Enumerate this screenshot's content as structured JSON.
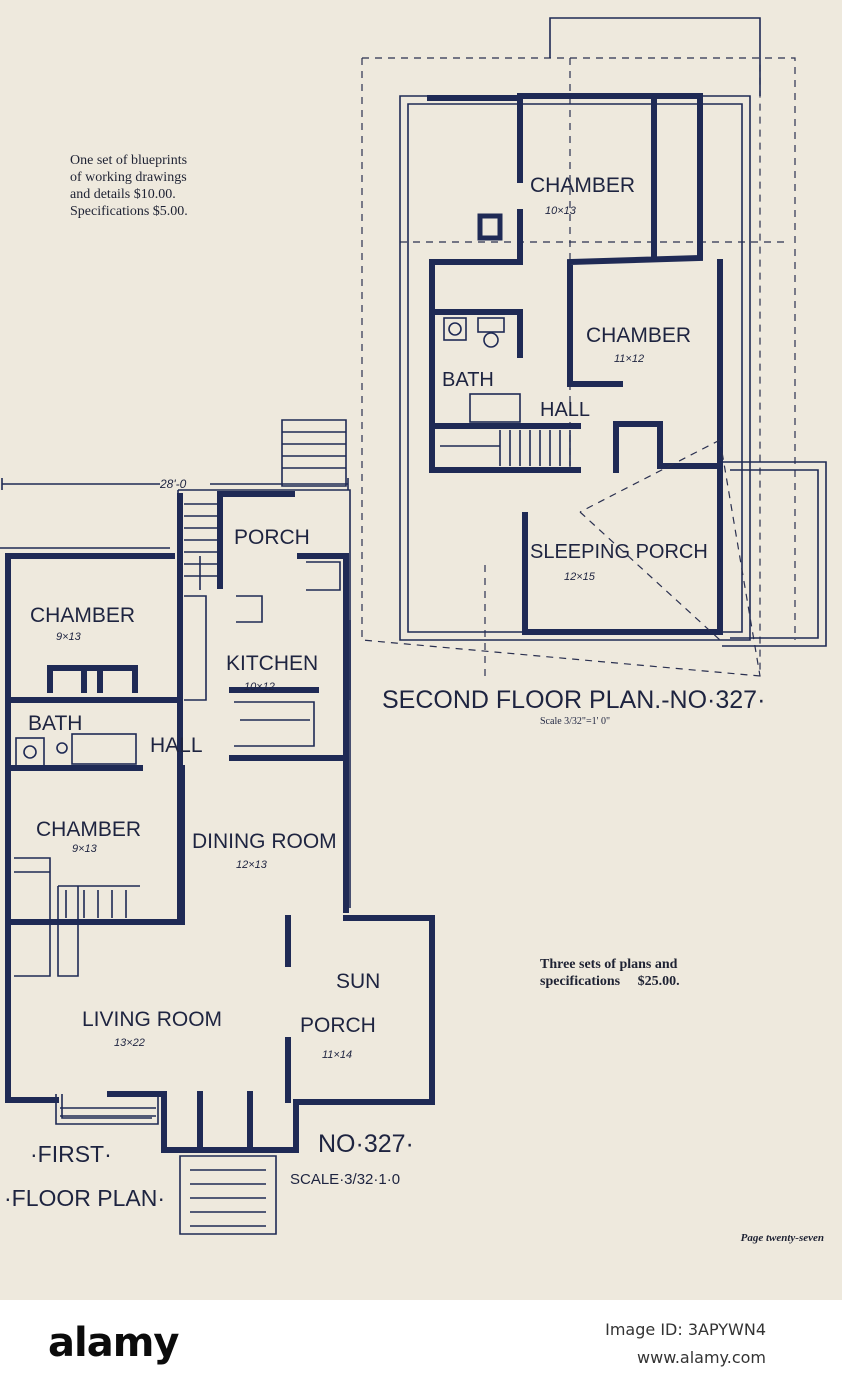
{
  "notes": {
    "blueprint_lines": [
      "One set of blueprints",
      "of working drawings",
      "and details $10.00.",
      "Specifications $5.00."
    ],
    "three_sets_lines": [
      "Three sets of plans and",
      "specifications     $25.00."
    ],
    "page_number": "Page twenty-seven"
  },
  "second_floor": {
    "rooms": {
      "chamber_a": "CHAMBER",
      "chamber_a_dim": "10×13",
      "chamber_b": "CHAMBER",
      "chamber_b_dim": "11×12",
      "bath": "BATH",
      "hall": "HALL",
      "sleeping_porch": "SLEEPING PORCH",
      "sleeping_porch_dim": "12×15"
    },
    "title": "SECOND FLOOR PLAN.-NO·327·",
    "scale": "Scale 3/32\"=1' 0\""
  },
  "first_floor": {
    "dimension": "28'-0",
    "rooms": {
      "porch": "PORCH",
      "chamber_top": "CHAMBER",
      "chamber_top_dim": "9×13",
      "kitchen": "KITCHEN",
      "kitchen_dim": "10×12",
      "bath": "BATH",
      "hall": "HALL",
      "chamber_bottom": "CHAMBER",
      "chamber_bottom_dim": "9×13",
      "dining_room": "DINING ROOM",
      "dining_room_dim": "12×13",
      "sun": "SUN",
      "sun_porch": "PORCH",
      "sun_porch_dim": "11×14",
      "living_room": "LIVING ROOM",
      "living_room_dim": "13×22"
    },
    "title_line1": "·FIRST·",
    "title_line2": "·FLOOR PLAN·",
    "number": "NO·327·",
    "scale": "SCALE·3/32·1·0"
  },
  "footer": {
    "logo": "alamy",
    "image_id": "Image ID: 3APYWN4",
    "url": "www.alamy.com"
  },
  "colors": {
    "paper": "#eee9dd",
    "ink": "#1f2a55"
  }
}
